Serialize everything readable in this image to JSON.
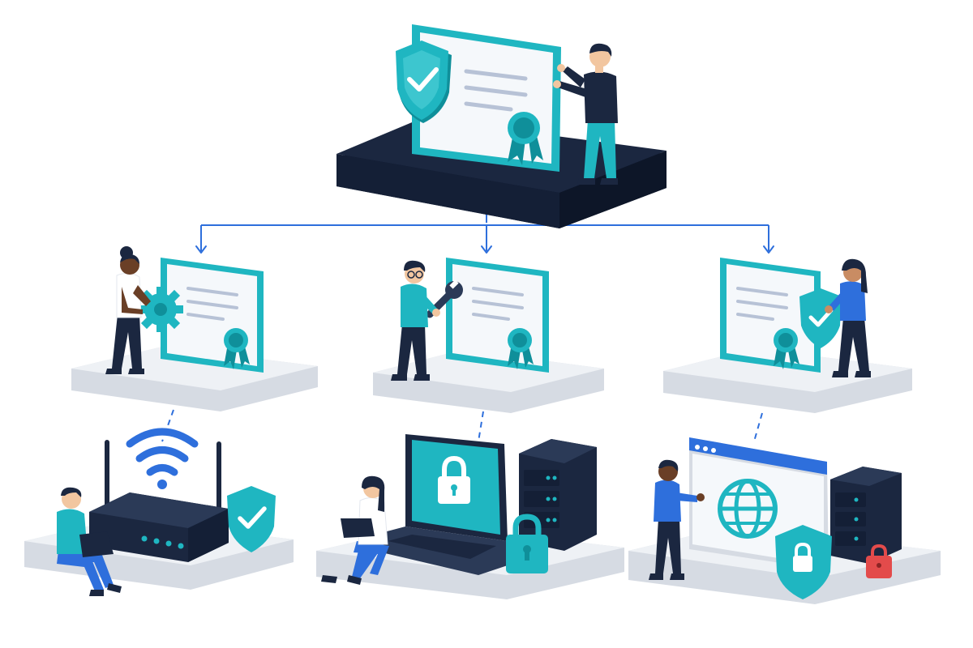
{
  "colors": {
    "teal": "#1fb6c1",
    "teal_dark": "#0f8f9a",
    "teal_light": "#d8f3f5",
    "navy": "#1b2740",
    "navy_mid": "#2b3a57",
    "blue": "#2e6fdc",
    "cert_bg": "#f5f8fb",
    "cert_line": "#b7c2d6",
    "platform_top": "#eef1f5",
    "platform_side": "#d6dbe3",
    "red": "#e34b4b",
    "skin_light": "#f2c6a0",
    "skin_mid": "#c98c63",
    "skin_dark": "#6a3f26"
  },
  "diagram": {
    "type": "hierarchy",
    "root": {
      "icon": "shield-check-icon",
      "object": "root-certificate",
      "person_action": "holding-certificate"
    },
    "intermediates": [
      {
        "icon": "gear-icon",
        "object": "certificate"
      },
      {
        "icon": "wrench-icon",
        "object": "certificate"
      },
      {
        "icon": "shield-check-icon",
        "object": "certificate"
      }
    ],
    "endpoints": [
      {
        "icon": "wifi-router-icon",
        "badge": "shield-check-icon"
      },
      {
        "icon": "laptop-lock-icon",
        "badge": "padlock-icon"
      },
      {
        "icon": "web-browser-globe-icon",
        "badge": "shield-lock-icon"
      }
    ]
  }
}
